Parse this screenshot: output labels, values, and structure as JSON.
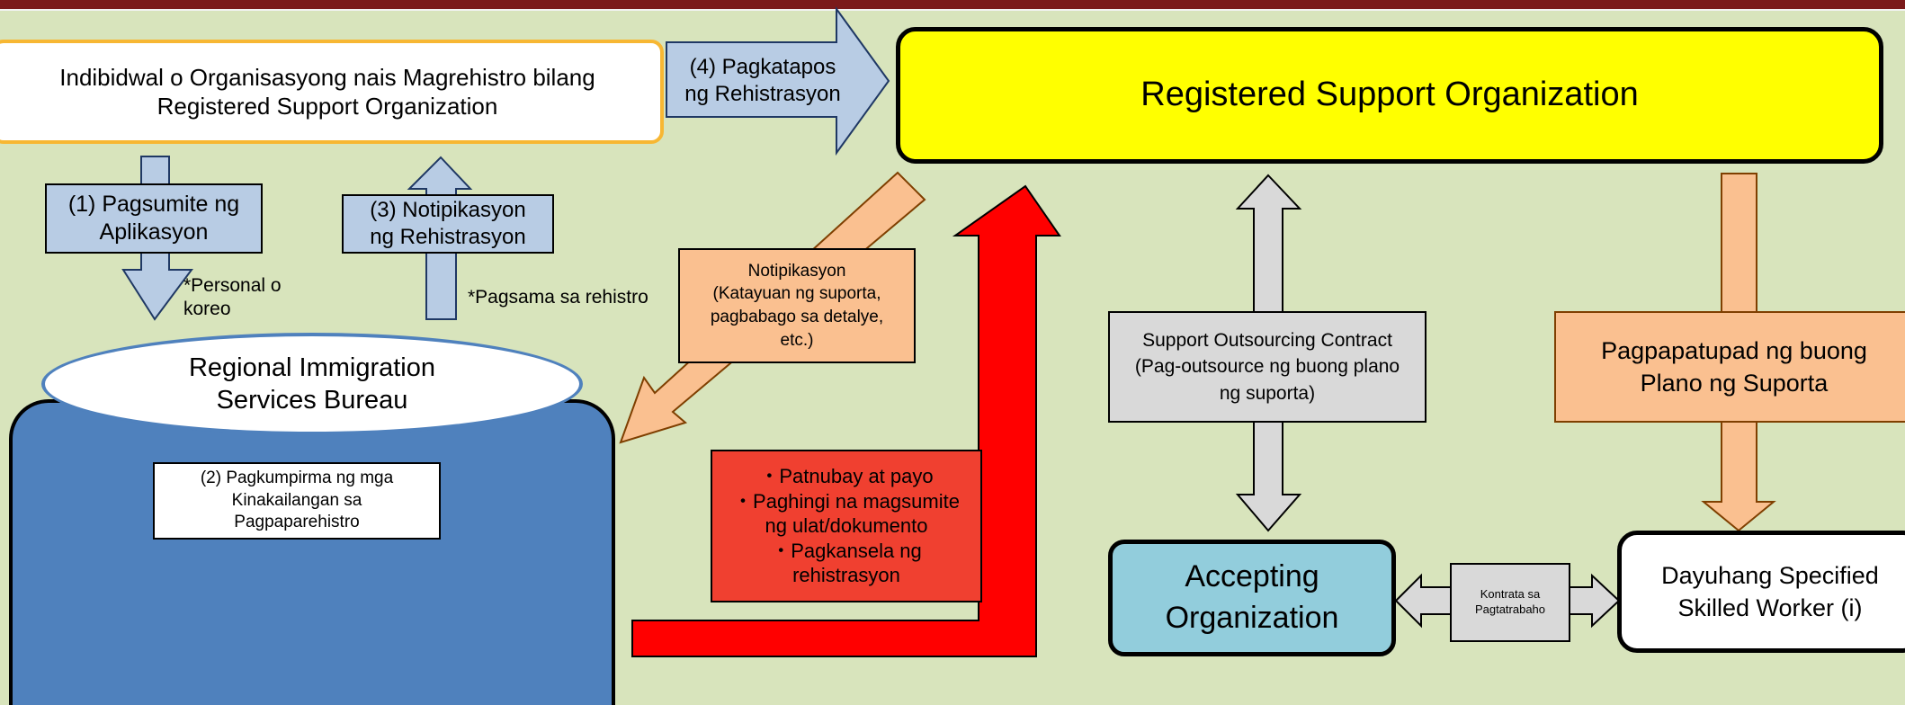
{
  "applicant": {
    "text": "Indibidwal o Organisasyong nais Magrehistro bilang\nRegistered Support Organization"
  },
  "step1": {
    "text": "(1) Pagsumite ng\nAplikasyon"
  },
  "step1_note": {
    "text": "*Personal o\nkoreo"
  },
  "step3": {
    "text": "(3) Notipikasyon\nng Rehistrasyon"
  },
  "step3_note": {
    "text": "*Pagsama sa rehistro"
  },
  "step4": {
    "text": "(4) Pagkatapos\nng Rehistrasyon"
  },
  "rso": {
    "text": "Registered Support Organization"
  },
  "bureau": {
    "title": "Regional Immigration\nServices Bureau",
    "step2": "(2) Pagkumpirma ng mga\nKinakailangan sa\nPagpaparehistro"
  },
  "notification": {
    "text": "Notipikasyon\n(Katayuan ng suporta,\npagbabago sa detalye,\netc.)"
  },
  "guidance": {
    "items": [
      "・Patnubay at payo",
      "・Paghingi na magsumite\nng ulat/dokumento",
      "・Pagkansela ng\nrehistrasyon"
    ]
  },
  "outsourcing": {
    "text": "Support Outsourcing Contract\n(Pag-outsource ng buong plano\nng suporta)"
  },
  "implementation": {
    "text": "Pagpapatupad ng buong\nPlano ng Suporta"
  },
  "accepting": {
    "text": "Accepting\nOrganization"
  },
  "employment": {
    "text": "Kontrata sa\nPagtatrabaho"
  },
  "worker": {
    "text": "Dayuhang Specified\nSkilled Worker (i)"
  },
  "colors": {
    "background": "#d8e4bc",
    "blue_arrow": "#b8cce4",
    "salmon": "#fac090",
    "red": "#ff0000",
    "guidance_fill": "#f04030",
    "rso_fill": "#ffff00",
    "bureau_fill": "#4f81bd",
    "accepting_fill": "#92cddc",
    "grey": "#d9d9d9"
  }
}
